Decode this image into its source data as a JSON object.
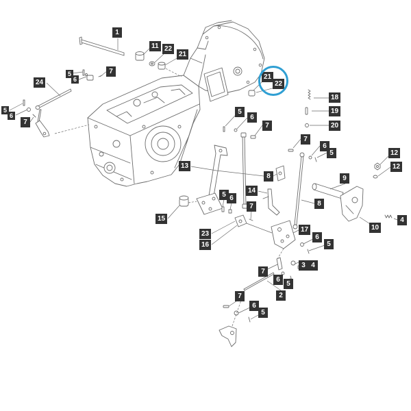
{
  "diagram": {
    "callouts": [
      "1",
      "11",
      "22",
      "21",
      "5",
      "6",
      "7",
      "24",
      "5",
      "6",
      "7",
      "21",
      "22",
      "18",
      "19",
      "20",
      "5",
      "6",
      "7",
      "7",
      "6",
      "5",
      "12",
      "12",
      "13",
      "8",
      "9",
      "14",
      "5",
      "6",
      "7",
      "8",
      "15",
      "4",
      "10",
      "23",
      "16",
      "17",
      "6",
      "5",
      "3",
      "4",
      "7",
      "6",
      "5",
      "2",
      "7",
      "6",
      "5"
    ]
  },
  "colors": {
    "background": "#ffffff",
    "callout_bg": "#333333",
    "callout_text": "#ffffff",
    "highlight_ring": "#2f9fd3",
    "line_art": "#6a6a6a"
  }
}
